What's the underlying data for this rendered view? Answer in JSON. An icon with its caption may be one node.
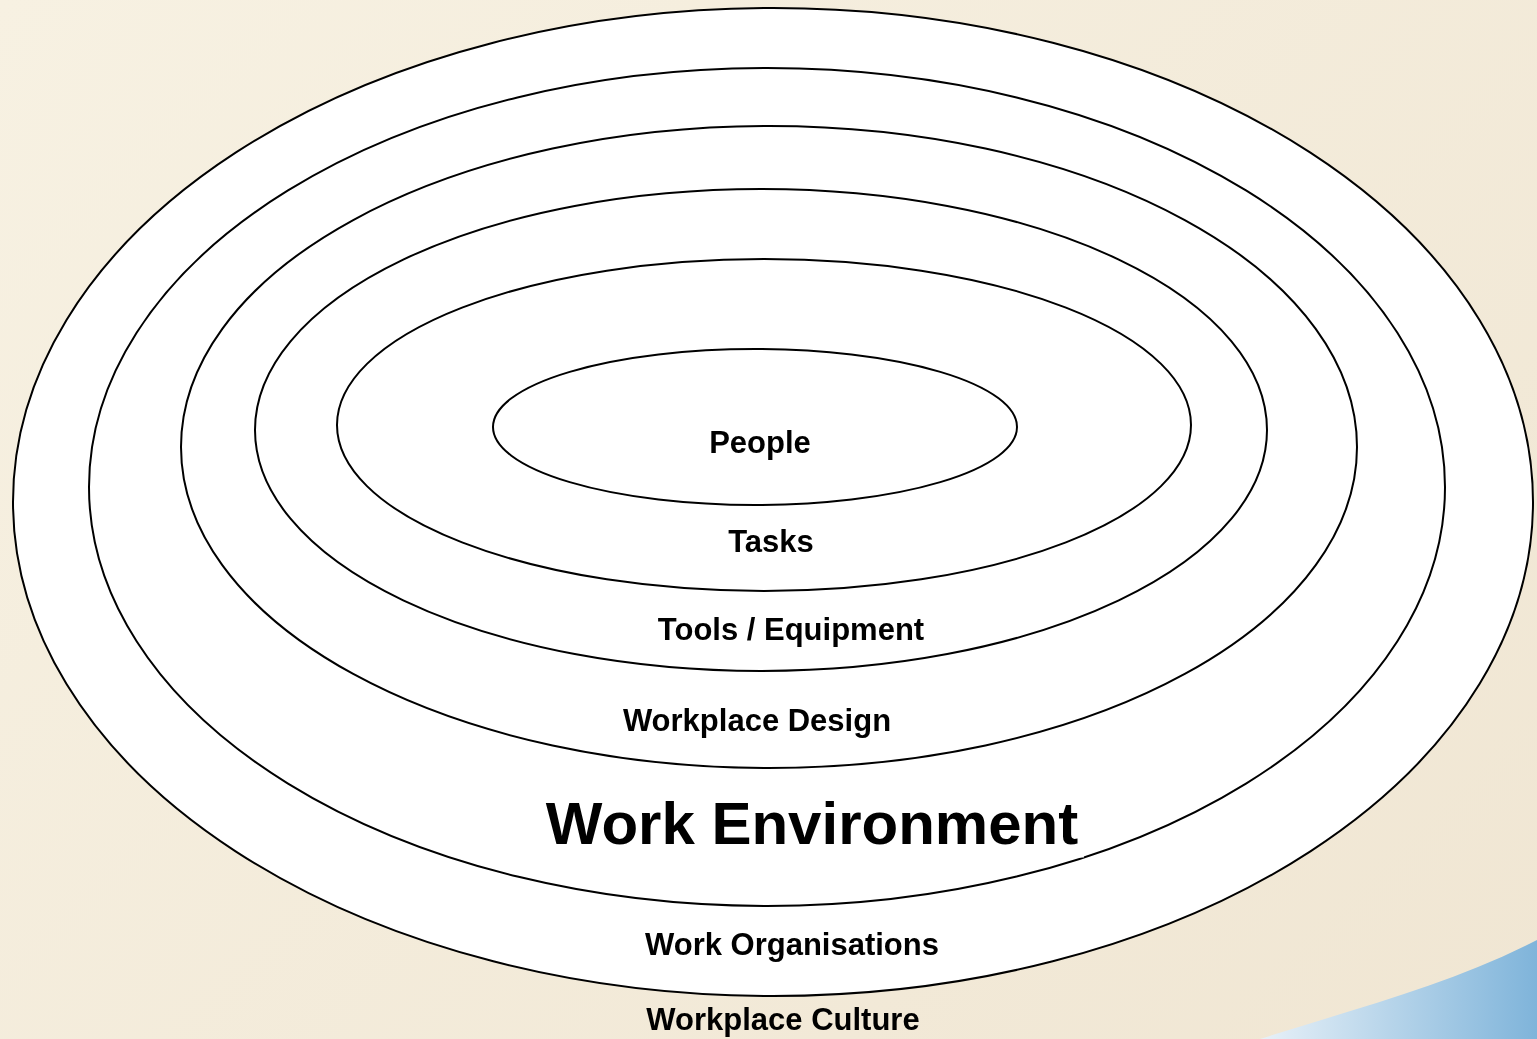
{
  "diagram": {
    "nodes": [
      {
        "text": [
          "Work Organisations"
        ]
      },
      {
        "text": [
          "Work Environment"
        ],
        "in": 0
      },
      {
        "text": [
          "Workplace Design"
        ],
        "in": 1
      },
      {
        "text": [
          "Tools / Equipment"
        ],
        "in": 2
      },
      {
        "text": [
          "Tasks"
        ],
        "in": 3
      },
      {
        "text": [
          "People"
        ],
        "in": 4
      }
    ],
    "labels": [
      "Workplace Culture"
    ]
  }
}
